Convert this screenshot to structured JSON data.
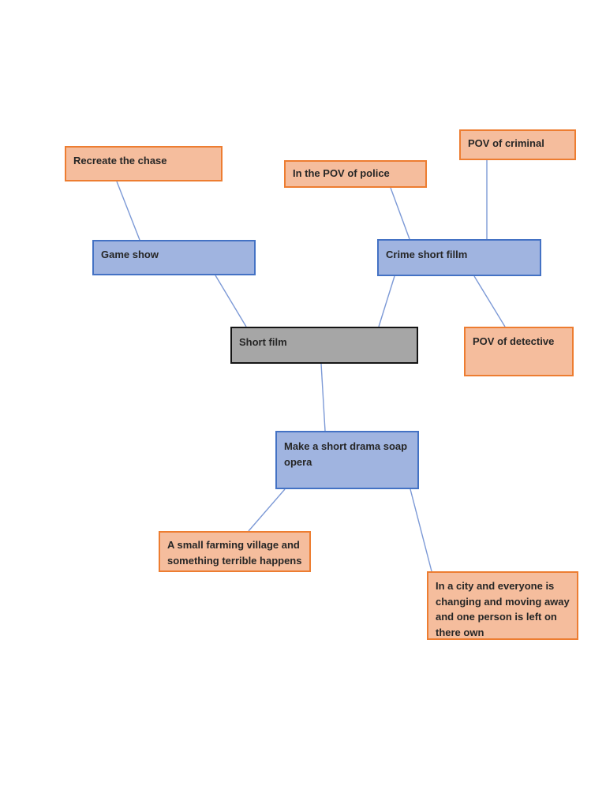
{
  "page": {
    "background": "#ffffff"
  },
  "palette": {
    "idea_fill": "#f5bd9d",
    "idea_border": "#ed7d31",
    "category_fill": "#a0b4e0",
    "category_border": "#4472c4",
    "root_fill": "#a6a6a6",
    "root_border": "#141414",
    "connector": "#7c99d6",
    "text_color": "#262626"
  },
  "diagram": {
    "root_label": "Short film",
    "nodes": {
      "recreate": {
        "label": "Recreate the chase",
        "type": "idea"
      },
      "police": {
        "label": "In the POV of police",
        "type": "idea"
      },
      "criminal": {
        "label": "POV of criminal",
        "type": "idea"
      },
      "game_show": {
        "label": "Game show",
        "type": "category"
      },
      "crime": {
        "label": "Crime short fillm",
        "type": "category"
      },
      "short_film": {
        "label": "Short film",
        "type": "root"
      },
      "detective": {
        "label": "POV of detective",
        "type": "idea"
      },
      "soap_opera": {
        "label": "Make a short drama soap opera",
        "type": "category"
      },
      "farming_village": {
        "label": "A small farming village and something terrible happens",
        "type": "idea"
      },
      "city_alone": {
        "label": "In a city and everyone is changing and moving away and one person is left on there own",
        "type": "idea"
      }
    },
    "edges": [
      {
        "from": "recreate",
        "to": "game_show"
      },
      {
        "from": "police",
        "to": "crime"
      },
      {
        "from": "criminal",
        "to": "crime"
      },
      {
        "from": "game_show",
        "to": "short_film"
      },
      {
        "from": "crime",
        "to": "short_film"
      },
      {
        "from": "crime",
        "to": "detective"
      },
      {
        "from": "short_film",
        "to": "soap_opera"
      },
      {
        "from": "soap_opera",
        "to": "farming_village"
      },
      {
        "from": "soap_opera",
        "to": "city_alone"
      }
    ]
  },
  "connector_lines": [
    [
      148,
      230,
      177,
      304
    ],
    [
      495,
      238,
      519,
      303
    ],
    [
      617,
      203,
      617,
      303
    ],
    [
      273,
      349,
      312,
      414
    ],
    [
      500,
      350,
      480,
      414
    ],
    [
      601,
      350,
      640,
      414
    ],
    [
      407,
      461,
      412,
      546
    ],
    [
      361,
      620,
      315,
      673
    ],
    [
      520,
      620,
      547,
      724
    ]
  ]
}
